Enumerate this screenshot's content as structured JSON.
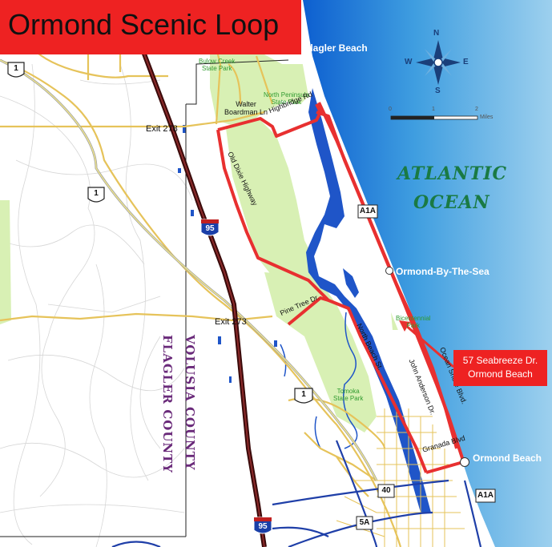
{
  "title": "Ormond Scenic Loop",
  "places": {
    "flagler_beach": "Flagler Beach",
    "ormond_by_the_sea": "Ormond-By-The-Sea",
    "ormond_beach": "Ormond Beach"
  },
  "parks": {
    "bulow_creek_1": "Bulow Creek",
    "bulow_creek_2": "State Park",
    "north_peninsula_1": "North Peninsula",
    "north_peninsula_2": "State Park",
    "tomoka_1": "Tomoka",
    "tomoka_2": "State Park",
    "bicentennial_1": "Bicentennial",
    "bicentennial_2": "Park"
  },
  "roads": {
    "walter_boardman_1": "Walter",
    "walter_boardman_2": "Boardman Ln",
    "highbridge": "Highbridge Rd",
    "old_dixie": "Old Dixie Highway",
    "pine_tree": "Pine Tree Dr.",
    "north_beach": "North Beach St.",
    "john_anderson": "John Anderson Dr.",
    "ocean_shore": "Ocean Shore Blvd.",
    "granada": "Granada Blvd"
  },
  "exits": {
    "exit_278": "Exit 278",
    "exit_273": "Exit 273"
  },
  "ocean": {
    "line1": "ATLANTIC",
    "line2": "OCEAN"
  },
  "counties": {
    "volusia": "VOLUSIA COUNTY",
    "flagler": "FLAGLER COUNTY"
  },
  "callout": {
    "line1": "57 Seabreeze Dr.",
    "line2": "Ormond Beach"
  },
  "shields": {
    "us1_a": "1",
    "us1_b": "1",
    "us1_c": "1",
    "i95_a": "95",
    "i95_b": "95",
    "a1a_a": "A1A",
    "a1a_b": "A1A",
    "sr40": "40",
    "sr5a": "5A"
  },
  "compass": {
    "n": "N",
    "s": "S",
    "e": "E",
    "w": "W"
  },
  "scale": {
    "tick0": "0",
    "tick1": "1",
    "tick2": "2",
    "unit": "Miles"
  },
  "colors": {
    "ocean_light": "#8ec8ea",
    "ocean_mid": "#3f9ee0",
    "ocean_dark": "#0d5fd0",
    "park_green": "#d8f0b4",
    "route_red": "#e83030",
    "interstate": "#4a1010",
    "title_bg": "#ee2222"
  }
}
